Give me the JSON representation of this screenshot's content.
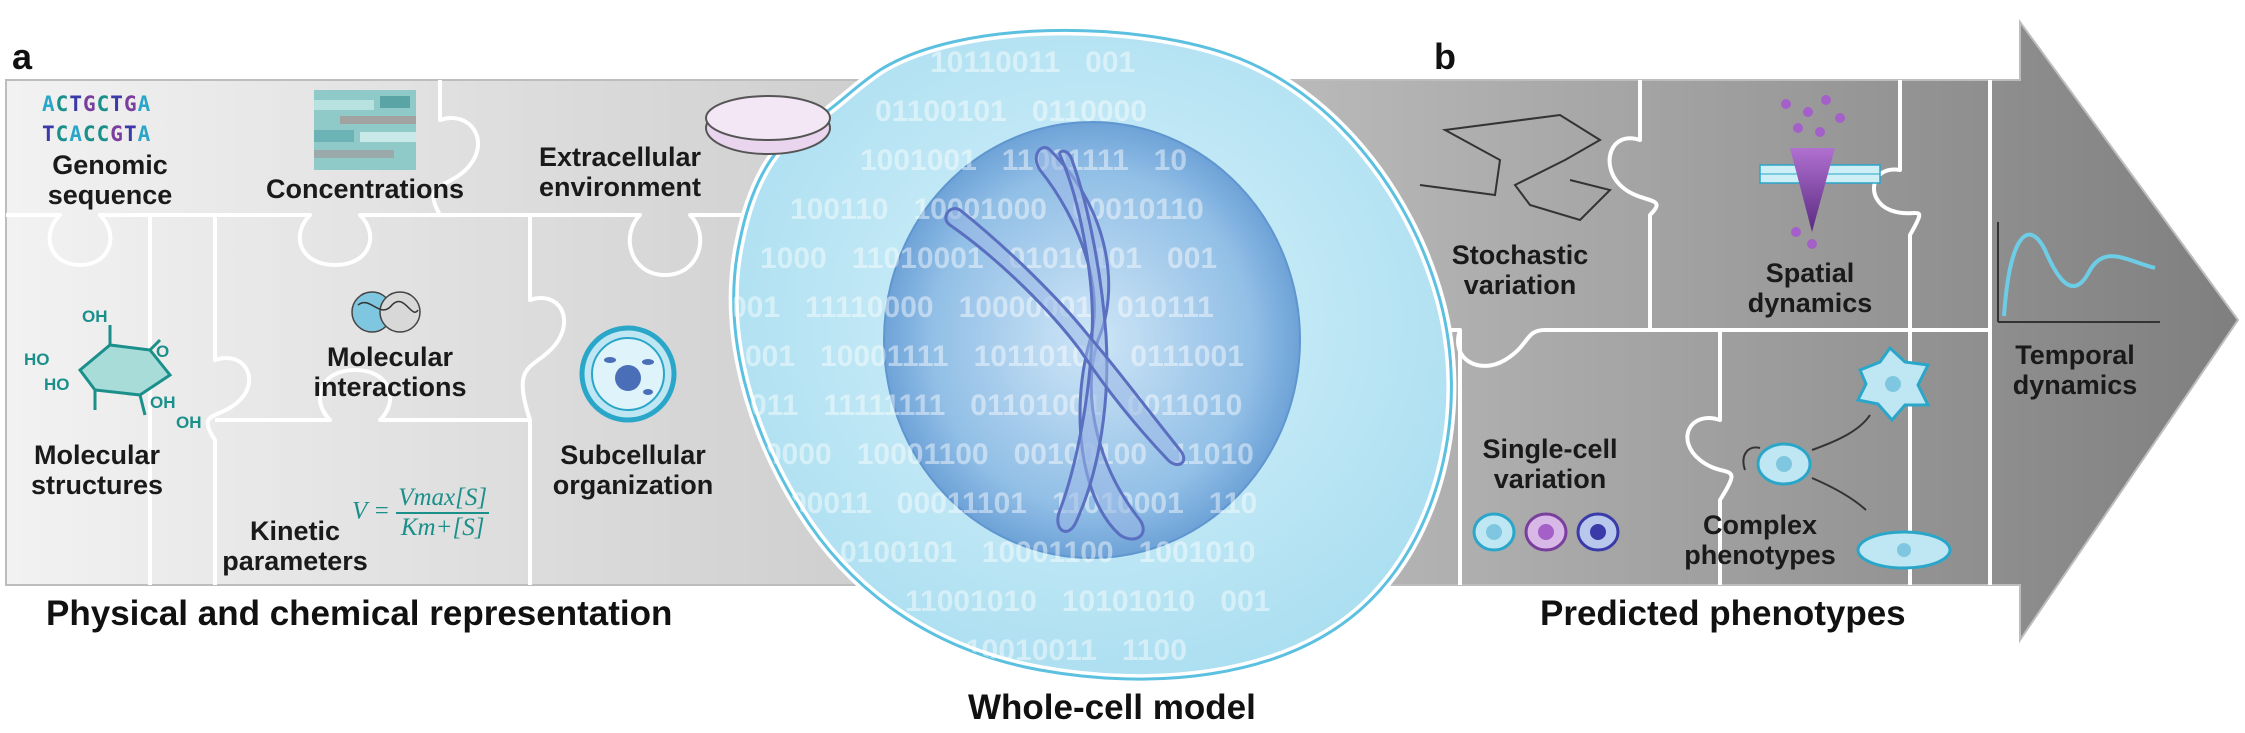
{
  "panels": {
    "a": "a",
    "b": "b"
  },
  "section_titles": {
    "left": "Physical and chemical representation",
    "right": "Predicted phenotypes",
    "center": "Whole-cell model"
  },
  "left_pieces": {
    "genomic_sequence": {
      "line1": [
        "A",
        "C",
        "T",
        "G",
        "C",
        "T",
        "G",
        "A"
      ],
      "line2": [
        "T",
        "C",
        "A",
        "C",
        "C",
        "G",
        "T",
        "A"
      ],
      "label_line1": "Genomic",
      "label_line2": "sequence"
    },
    "concentrations": "Concentrations",
    "extracellular": {
      "line1": "Extracellular",
      "line2": "environment"
    },
    "molecular_structures": {
      "line1": "Molecular",
      "line2": "structures"
    },
    "molecular_interactions": {
      "line1": "Molecular",
      "line2": "interactions"
    },
    "kinetic_parameters": {
      "line1": "Kinetic",
      "line2": "parameters"
    },
    "subcellular": {
      "line1": "Subcellular",
      "line2": "organization"
    },
    "formula": {
      "lhs": "V =",
      "numerator": "Vmax[S]",
      "denominator": "Km+[S]"
    },
    "molecule_atoms": [
      "OH",
      "HO",
      "HO",
      "OH",
      "OH",
      "O"
    ]
  },
  "right_pieces": {
    "stochastic": {
      "line1": "Stochastic",
      "line2": "variation"
    },
    "spatial": {
      "line1": "Spatial",
      "line2": "dynamics"
    },
    "temporal": {
      "line1": "Temporal",
      "line2": "dynamics"
    },
    "single_cell": {
      "line1": "Single-cell",
      "line2": "variation"
    },
    "complex": {
      "line1": "Complex",
      "line2": "phenotypes"
    }
  },
  "binary_rows": [
    "10110011   001",
    "01100101   0110000",
    "1001001   11001111   10",
    "100110   10001000   00010110",
    "1000   11010001   01010101   001",
    "001   11110000   10000001   010111",
    "001   10001111   10110100   0111001",
    "011   11111111   01101001   0011010",
    "0000   10001100   00100100   11010",
    "00011   00011101   11010001   110",
    "0100101   10001100   1001010",
    "11001010   10101010   001",
    "10010011   1100"
  ],
  "colors": {
    "arrow_light": "#eeeeee",
    "arrow_dark": "#8a8a8a",
    "cell_membrane": "#5cc0e0",
    "nucleus": "#4a86c8",
    "teal": "#1b8f8a",
    "purple": "#7a3e9d",
    "base_A": "#2aa6c9",
    "base_C": "#1b8f8a",
    "base_T": "#3a3aa8",
    "base_G": "#7a3e9d"
  }
}
